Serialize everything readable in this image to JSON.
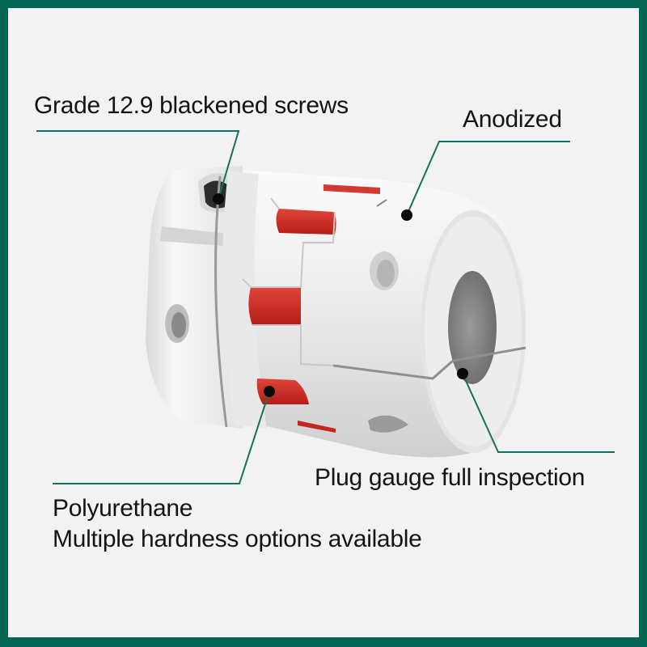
{
  "colors": {
    "border": "#046652",
    "background": "#f2f2f2",
    "callout_line": "#14705c",
    "text": "#141414",
    "metal": "#e6e6e6",
    "spider_red": "#c8261e"
  },
  "product": {
    "name": "jaw-coupling",
    "parts": [
      "aluminum-hub-left",
      "aluminum-hub-right",
      "polyurethane-spider",
      "clamp-screws",
      "bore"
    ]
  },
  "callouts": [
    {
      "id": "screws",
      "text": "Grade 12.9 blackened screws"
    },
    {
      "id": "anodized",
      "text": "Anodized"
    },
    {
      "id": "plug-gauge",
      "text": "Plug gauge full inspection"
    },
    {
      "id": "polyurethane",
      "text": "Polyurethane",
      "subtext": "Multiple hardness options available"
    }
  ]
}
